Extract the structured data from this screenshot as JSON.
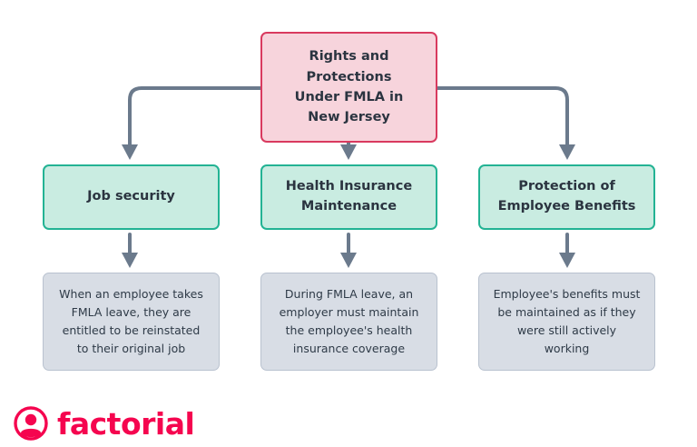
{
  "diagram": {
    "type": "flowchart",
    "root": {
      "label": "Rights and\nProtections\nUnder FMLA in\nNew Jersey",
      "fill": "#f7d4dc",
      "border": "#d93a5f"
    },
    "branches": [
      {
        "category": "Job security",
        "detail": "When an employee takes\nFMLA leave, they are\nentitled to be reinstated\nto their original job"
      },
      {
        "category": "Health Insurance\nMaintenance",
        "detail": "During FMLA leave, an\nemployer must maintain\nthe employee's health\ninsurance coverage"
      },
      {
        "category": "Protection of\nEmployee Benefits",
        "detail": "Employee's benefits must\nbe maintained as if they\nwere still actively\nworking"
      }
    ],
    "colors": {
      "category_fill": "#c9ece1",
      "category_border": "#23b394",
      "detail_fill": "#d8dde5",
      "detail_border": "#b9c2cf",
      "connector": "#6b7a8c",
      "text": "#2b3440"
    }
  },
  "logo": {
    "wordmark": "factorial",
    "color": "#f5054f",
    "mark_name": "factorial-person-circle"
  }
}
